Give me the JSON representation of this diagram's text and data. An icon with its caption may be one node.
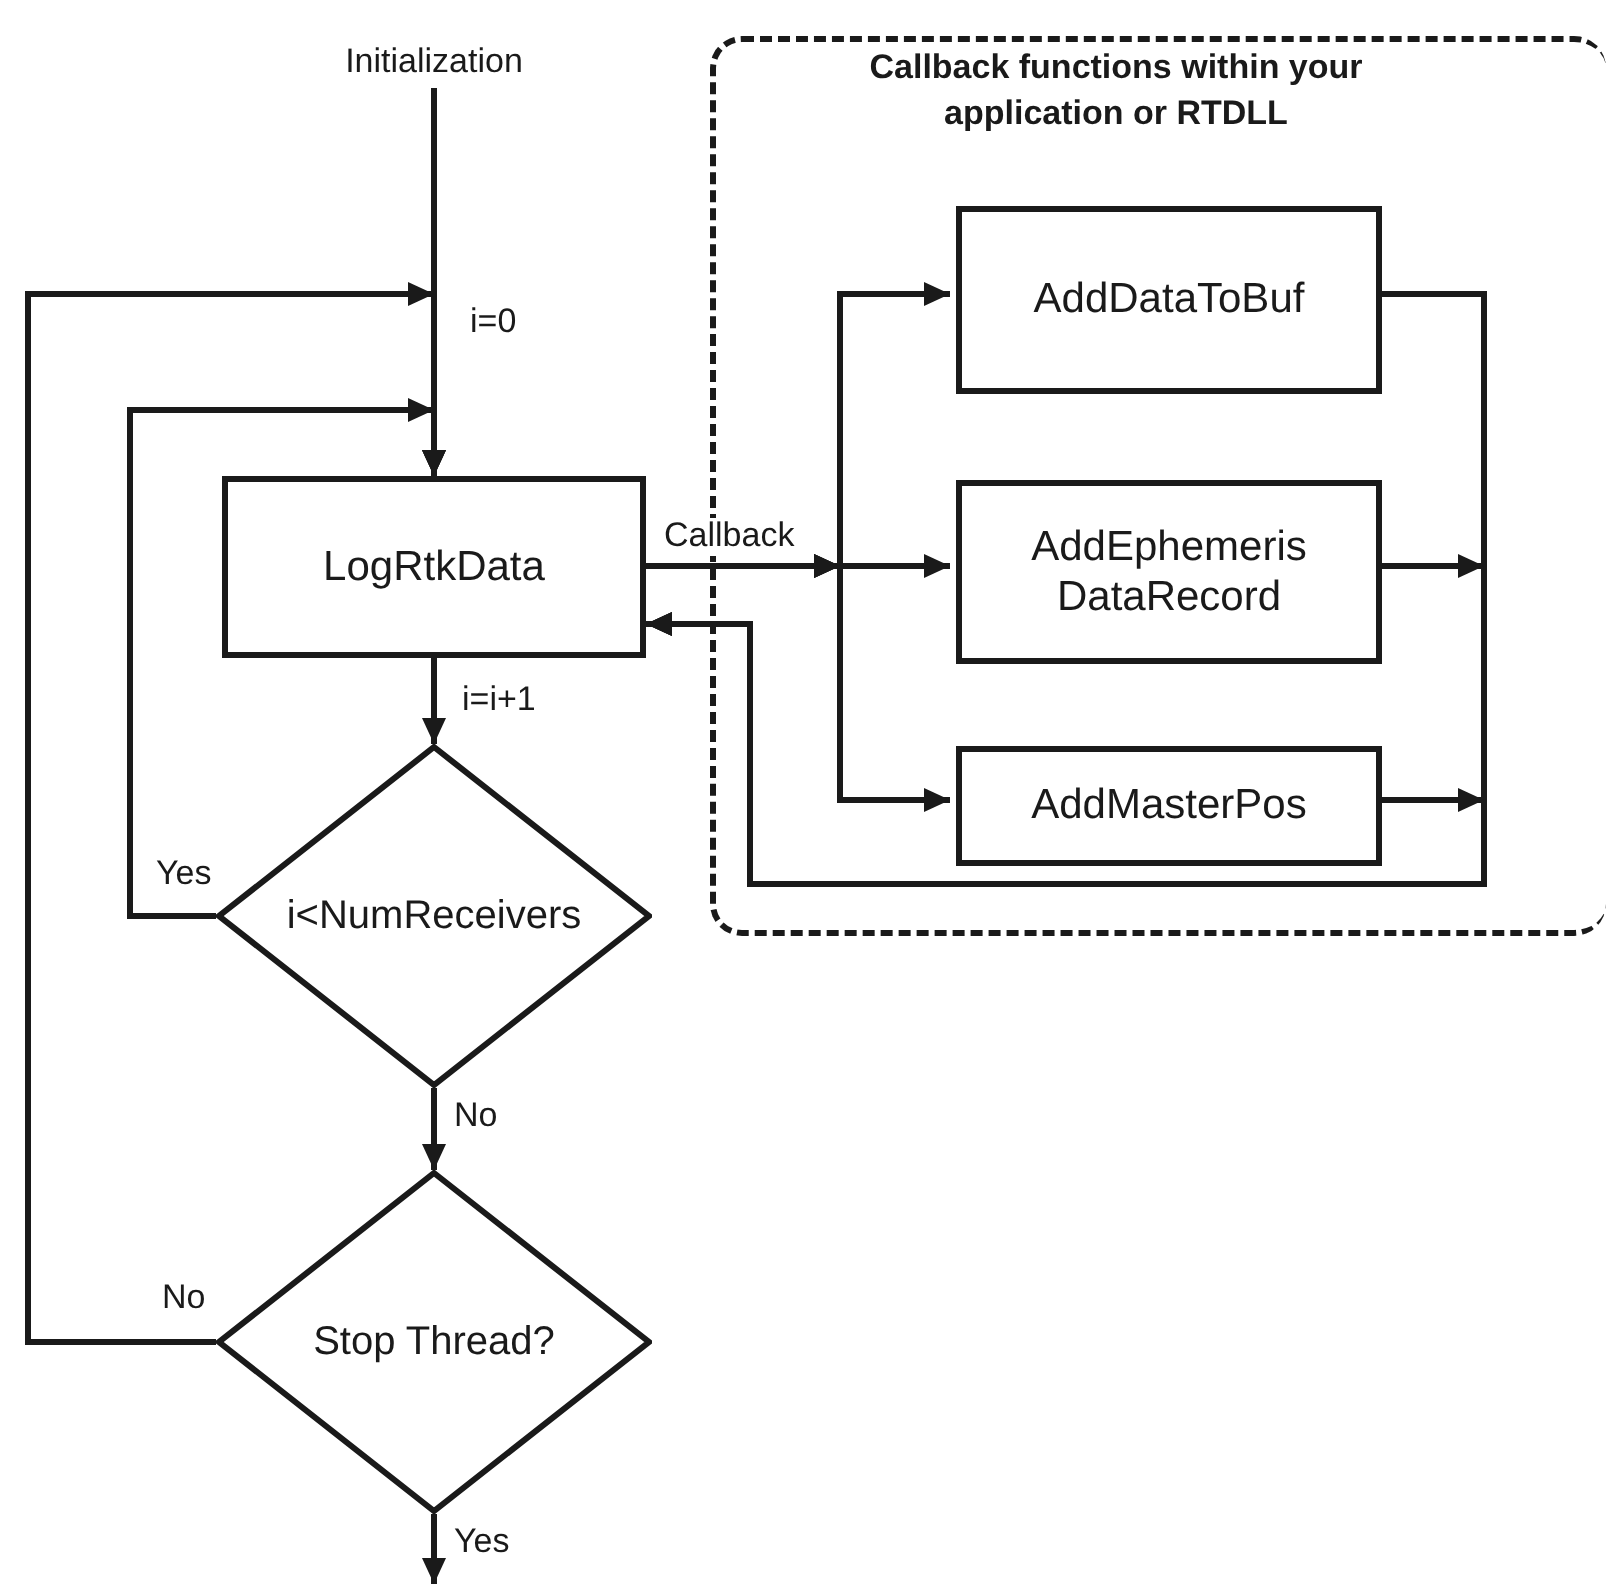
{
  "diagram": {
    "nodes": [
      {
        "text": [
          "Initialization"
        ]
      },
      {
        "text": [
          "LogRtkData"
        ]
      },
      {
        "text": [
          "i<NumReceivers"
        ]
      },
      {
        "text": [
          "Stop Thread?"
        ]
      },
      {
        "text": [
          "Callback functions within your application or RTDLL"
        ]
      },
      {
        "text": [
          "AddDataToBuf"
        ],
        "in": 4
      },
      {
        "text": [
          "AddEphemeris DataRecord"
        ],
        "in": 4
      },
      {
        "text": [
          "AddMasterPos"
        ],
        "in": 4
      }
    ],
    "edges": [
      {
        "from": 0,
        "to": 1,
        "arrow": "to",
        "label": "i=0"
      },
      {
        "from": 1,
        "to": 2,
        "arrow": "to",
        "label": "i=i+1"
      },
      {
        "from": 2,
        "to": 1,
        "arrow": "to",
        "label": "Yes"
      },
      {
        "from": 2,
        "to": 3,
        "arrow": "to",
        "label": "No"
      },
      {
        "from": 3,
        "to": 1,
        "arrow": "to",
        "label": "No"
      },
      {
        "from": 3,
        "to": null,
        "arrow": "to",
        "label": "Yes"
      },
      {
        "from": 1,
        "to": 5,
        "arrow": "to",
        "label": "Callback"
      },
      {
        "from": 1,
        "to": 6,
        "arrow": "to"
      },
      {
        "from": 1,
        "to": 7,
        "arrow": "to"
      },
      {
        "from": 5,
        "to": 1,
        "arrow": "to"
      },
      {
        "from": 6,
        "to": 1,
        "arrow": "to"
      },
      {
        "from": 7,
        "to": 1,
        "arrow": "to"
      }
    ]
  }
}
